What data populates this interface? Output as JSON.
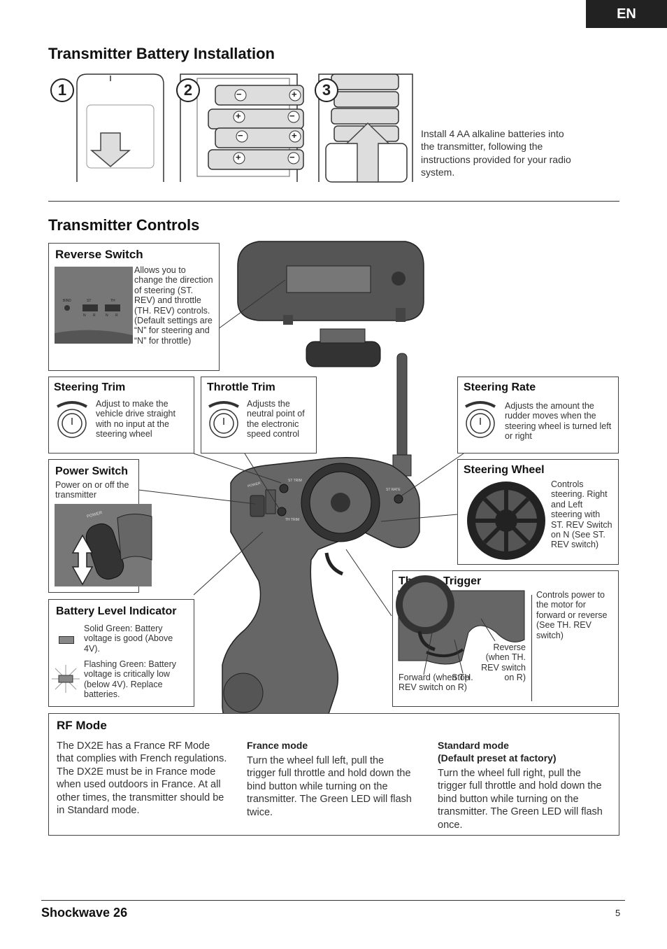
{
  "lang": "EN",
  "battery": {
    "title": "Transmitter Battery Installation",
    "steps": [
      "1",
      "2",
      "3"
    ],
    "instruction": "Install 4 AA alkaline batteries into the transmitter, following the instructions provided for your radio system.",
    "minus": "−",
    "plus": "+"
  },
  "controls": {
    "title": "Transmitter Controls",
    "reverse_switch": {
      "title": "Reverse Switch",
      "text": "Allows you to change the direction of steering (ST. REV) and throttle (TH. REV) controls. (Default settings are “N” for steering and “N” for throttle)",
      "labels": {
        "bind": "BIND",
        "st": "ST",
        "th": "TH",
        "n": "N",
        "r": "R"
      }
    },
    "steering_trim": {
      "title": "Steering Trim",
      "text": "Adjust to make the vehicle drive straight with no input at the steering wheel"
    },
    "throttle_trim": {
      "title": "Throttle Trim",
      "text": "Adjusts the neutral point of the electronic speed control"
    },
    "steering_rate": {
      "title": "Steering Rate",
      "text": "Adjusts the amount the rudder moves when the steering wheel is turned left or right"
    },
    "power_switch": {
      "title": "Power Switch",
      "text": "Power on or off the transmitter",
      "label": "POWER"
    },
    "steering_wheel": {
      "title": "Steering Wheel",
      "text": "Controls steering. Right and Left steering with ST. REV Switch on N (See ST. REV switch)"
    },
    "battery_level": {
      "title": "Battery Level Indicator",
      "solid": "Solid Green: Battery voltage is good (Above 4V).",
      "flashing": "Flashing Green: Battery voltage is critically low (below 4V). Replace batteries."
    },
    "throttle_trigger": {
      "title": "Throttle Trigger",
      "text": "Controls power to the motor for forward or reverse (See TH. REV switch)",
      "reverse": "Reverse (when TH. REV switch on R)",
      "forward": "Forward (when TH. REV switch on R)",
      "stop": "Stop"
    },
    "tx_labels": {
      "st_trim": "ST TRIM",
      "th_trim": "TH TRIM",
      "power": "POWER",
      "st_rate": "ST RATE"
    }
  },
  "rf_mode": {
    "title": "RF Mode",
    "intro": "The DX2E has a France RF Mode that complies with French regulations. The DX2E must be in France mode when used outdoors in France. At all other times, the transmitter should be in Standard mode.",
    "france_title": "France mode",
    "france_text": "Turn the wheel full left, pull the trigger full throttle and hold down the bind button while turning on the transmitter. The Green LED will flash twice.",
    "standard_title_1": "Standard mode",
    "standard_title_2": "(Default preset at factory)",
    "standard_text": "Turn the wheel full right, pull the trigger full throttle and hold down the bind button while turning on the transmitter. The Green LED will flash once."
  },
  "footer": {
    "product": "Shockwave 26",
    "page": "5"
  }
}
